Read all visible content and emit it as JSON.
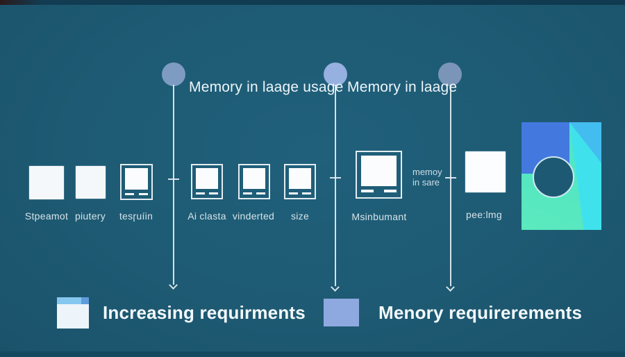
{
  "colors": {
    "background": "#1e5a73",
    "line": "#e6eef3",
    "circle_1": "#7e9cc2",
    "circle_2": "#96b0e0",
    "circle_3": "#7b95b8",
    "icon_fill": "#f7fafc",
    "legend_square": "#8ea9df",
    "legend_window_header_left": "#86c7f0",
    "legend_window_header_right": "#5f9cdc",
    "legend_window_body": "#edf4fa",
    "art_blue": "#4379df",
    "art_sky": "#43bdf0",
    "art_cyan": "#3fe2ec",
    "art_green": "#55e7c1",
    "art_circle": "#1d5972"
  },
  "markers": [
    {
      "title": "Memory in laage usage",
      "circle_color": "#7e9cc2"
    },
    {
      "title": "Memory in laage",
      "circle_color": "#96b0e0"
    },
    {
      "title": "",
      "circle_color": "#7b95b8"
    }
  ],
  "items": [
    {
      "label": "Stpeamot",
      "icon": "solid-square-icon"
    },
    {
      "label": "piutery",
      "icon": "solid-square-icon"
    },
    {
      "label": "tesɼuíin",
      "icon": "app-window-icon"
    },
    {
      "label": "Ai clasta",
      "icon": "app-window-icon"
    },
    {
      "label": "vinderted",
      "icon": "app-window-icon"
    },
    {
      "label": "size",
      "icon": "app-window-icon"
    },
    {
      "label": "Msinbumant",
      "icon": "app-window-icon"
    },
    {
      "label": "pee:lmg",
      "icon": "solid-square-icon"
    }
  ],
  "note": {
    "line1": "memoy",
    "line2": "in sare"
  },
  "legend": [
    {
      "label": "Increasing requirments",
      "swatch": "window-icon"
    },
    {
      "label": "Menory requirerements",
      "swatch": "square-swatch"
    }
  ]
}
